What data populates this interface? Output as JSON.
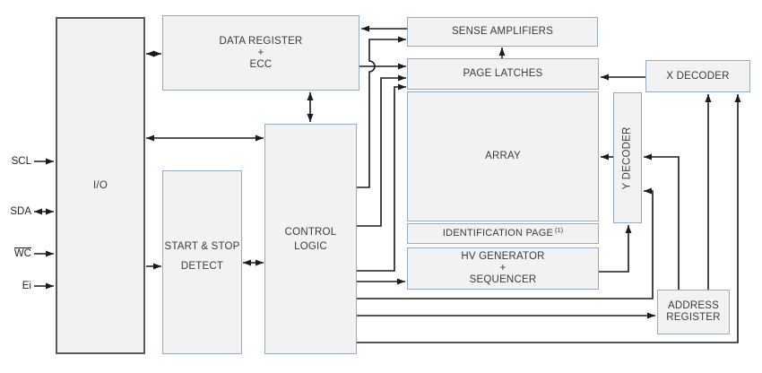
{
  "colors": {
    "background": "#ffffff",
    "block_fill": "#f2f2f2",
    "block_border": "#95abc0",
    "io_block_border": "#58595b",
    "wire": "#1c1c1c",
    "text": "#3a3a3a"
  },
  "pins": [
    {
      "label": "SCL",
      "direction": "input"
    },
    {
      "label": "SDA",
      "direction": "bidirectional"
    },
    {
      "label": "WC",
      "direction": "input",
      "overline": true
    },
    {
      "label": "Ei",
      "direction": "input"
    }
  ],
  "blocks": {
    "io": {
      "label": "I/O"
    },
    "data_register": {
      "lines": [
        "DATA REGISTER",
        "+",
        "ECC"
      ]
    },
    "start_stop_detect": {
      "lines": [
        "START & STOP",
        "DETECT"
      ]
    },
    "control_logic": {
      "lines": [
        "CONTROL",
        "LOGIC"
      ]
    },
    "sense_amplifiers": {
      "label": "SENSE AMPLIFIERS"
    },
    "page_latches": {
      "label": "PAGE LATCHES"
    },
    "array": {
      "label": "ARRAY"
    },
    "identification_page": {
      "label": "IDENTIFICATION PAGE",
      "superscript": "(1)"
    },
    "hv_generator": {
      "lines": [
        "HV GENERATOR",
        "+",
        "SEQUENCER"
      ]
    },
    "x_decoder": {
      "label": "X DECODER"
    },
    "y_decoder": {
      "label": "Y DECODER"
    },
    "address_register": {
      "lines": [
        "ADDRESS",
        "REGISTER"
      ]
    }
  }
}
